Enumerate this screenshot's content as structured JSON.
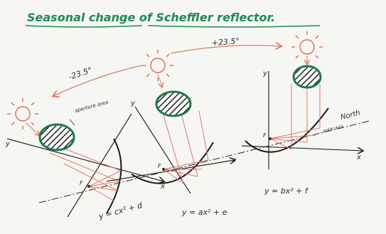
{
  "title": "Seasonal change of Scheffler reflector.",
  "angles": {
    "winter": "-23.5°",
    "summer": "+23.5°"
  },
  "aperture_label": "aperture area",
  "axis_labels": {
    "y": "y",
    "x": "x",
    "focus": "F"
  },
  "equations": {
    "winter": "y = cx² + d",
    "equinox": "y = ax² + e",
    "summer": "y = bx² + f"
  },
  "north_label": "North",
  "polar_axis_label": "polar axis",
  "colors": {
    "ink": "#2a2a2a",
    "title_green": "#1f8a55",
    "sun_red": "#e06a50",
    "ray_red": "#e07a66",
    "disc_green": "#1d7a4a"
  }
}
